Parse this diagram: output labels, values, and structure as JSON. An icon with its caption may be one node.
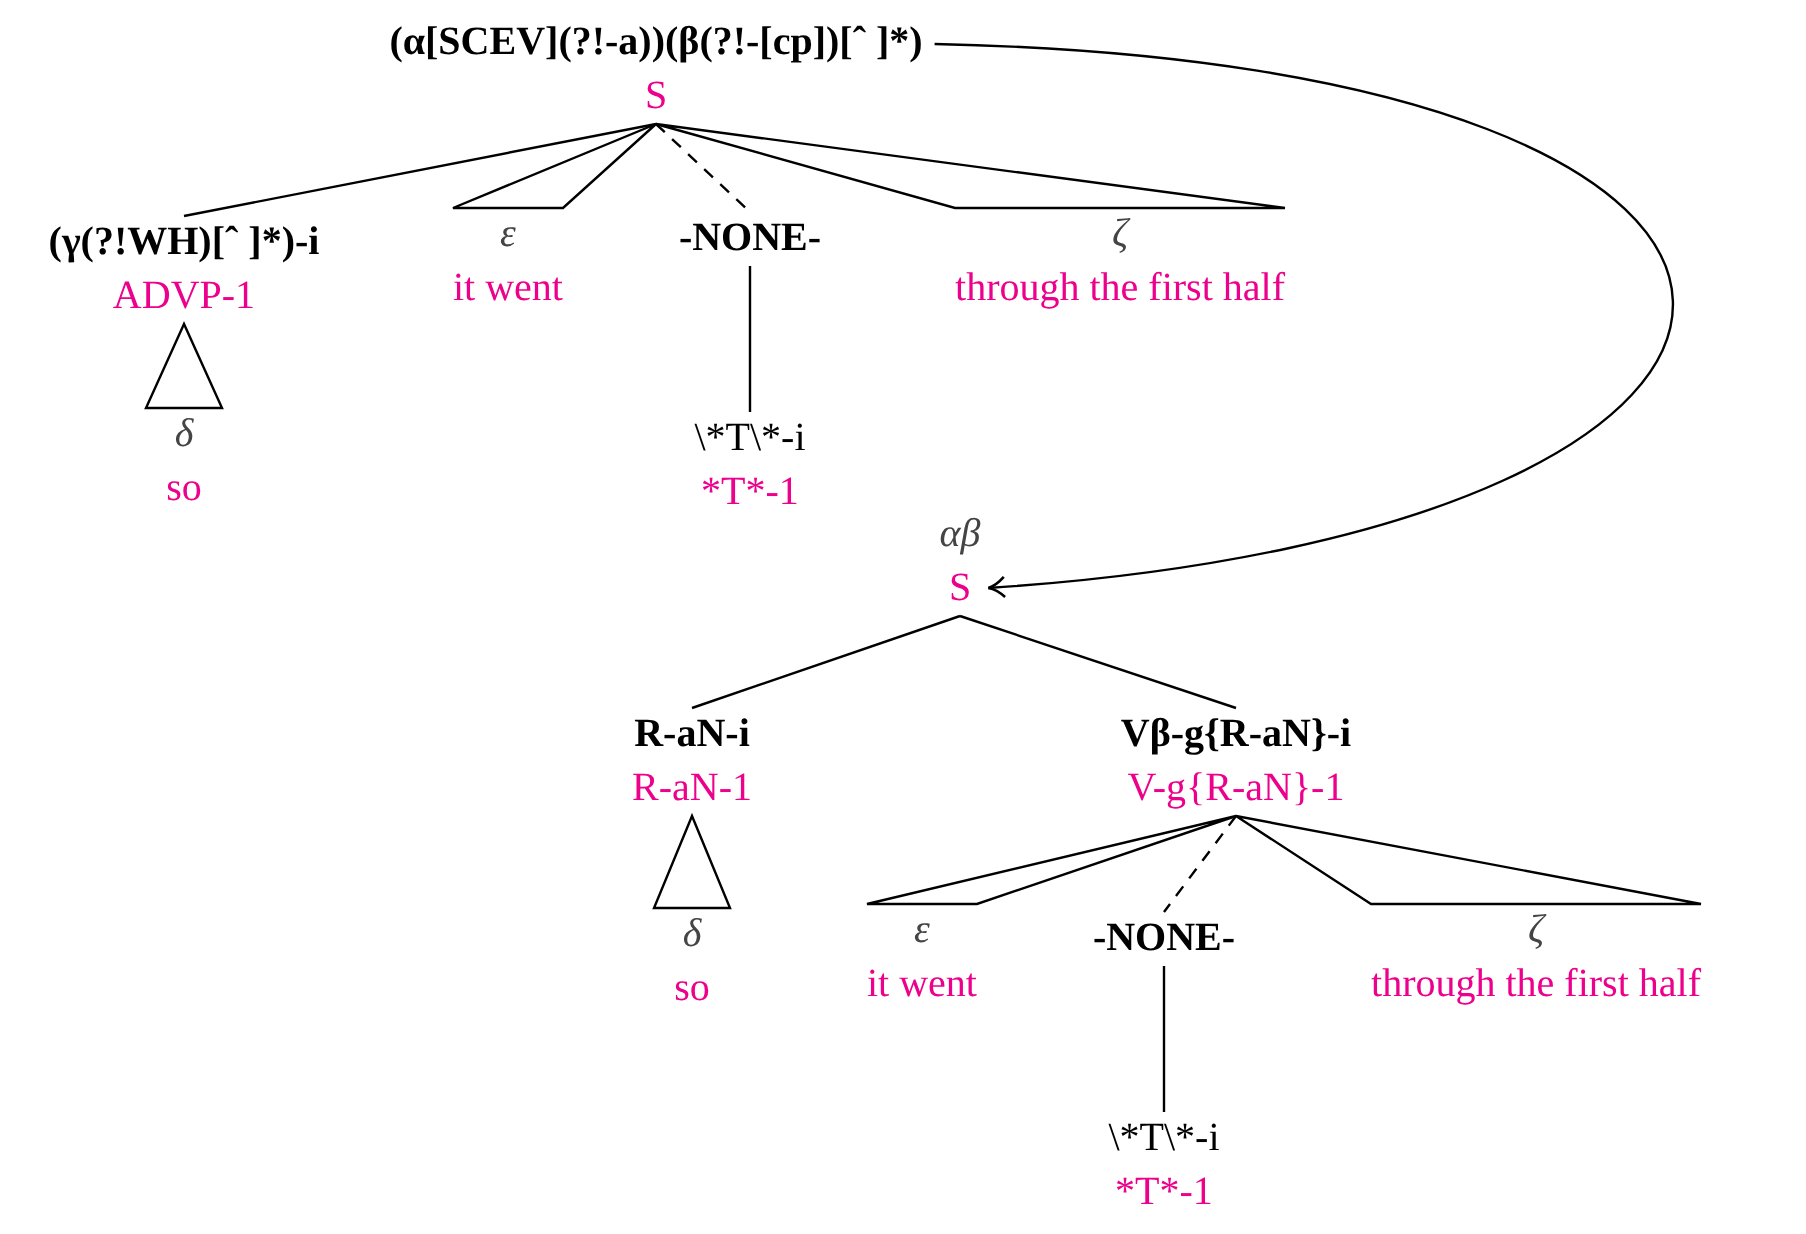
{
  "diagram": {
    "nodes": [
      {
        "text": [
          "(α[SCEV](?!-a))(β(?!-[cp])[ˆ ]*)",
          "S"
        ]
      },
      {
        "text": [
          "(γ(?!WH)[ˆ ]*)-i",
          "ADVP-1"
        ]
      },
      {
        "text": [
          "δ",
          "so"
        ]
      },
      {
        "text": [
          "ε",
          "it went"
        ]
      },
      {
        "text": [
          "-NONE-"
        ]
      },
      {
        "text": [
          "ζ",
          "through the first half"
        ]
      },
      {
        "text": [
          "\\*T\\*-i",
          "*T*-1"
        ]
      },
      {
        "text": [
          "αβ",
          "S"
        ]
      },
      {
        "text": [
          "R-aN-i",
          "R-aN-1"
        ]
      },
      {
        "text": [
          "δ",
          "so"
        ]
      },
      {
        "text": [
          "Vβ-g{R-aN}-i",
          "V-g{R-aN}-1"
        ]
      },
      {
        "text": [
          "ε",
          "it went"
        ]
      },
      {
        "text": [
          "-NONE-"
        ]
      },
      {
        "text": [
          "ζ",
          "through the first half"
        ]
      },
      {
        "text": [
          "\\*T\\*-i",
          "*T*-1"
        ]
      }
    ],
    "edges": [
      {
        "from": 0,
        "to": 1,
        "arrow": "none"
      },
      {
        "from": 0,
        "to": 3,
        "arrow": "none"
      },
      {
        "from": 0,
        "to": 4,
        "arrow": "none",
        "style": "dashed"
      },
      {
        "from": 0,
        "to": 5,
        "arrow": "none"
      },
      {
        "from": 1,
        "to": 2,
        "arrow": "none"
      },
      {
        "from": 4,
        "to": 6,
        "arrow": "none"
      },
      {
        "from": 0,
        "to": 7,
        "arrow": "to"
      },
      {
        "from": 7,
        "to": 8,
        "arrow": "none"
      },
      {
        "from": 7,
        "to": 10,
        "arrow": "none"
      },
      {
        "from": 8,
        "to": 9,
        "arrow": "none"
      },
      {
        "from": 10,
        "to": 11,
        "arrow": "none"
      },
      {
        "from": 10,
        "to": 12,
        "arrow": "none",
        "style": "dashed"
      },
      {
        "from": 10,
        "to": 13,
        "arrow": "none"
      },
      {
        "from": 12,
        "to": 14,
        "arrow": "none"
      }
    ]
  }
}
